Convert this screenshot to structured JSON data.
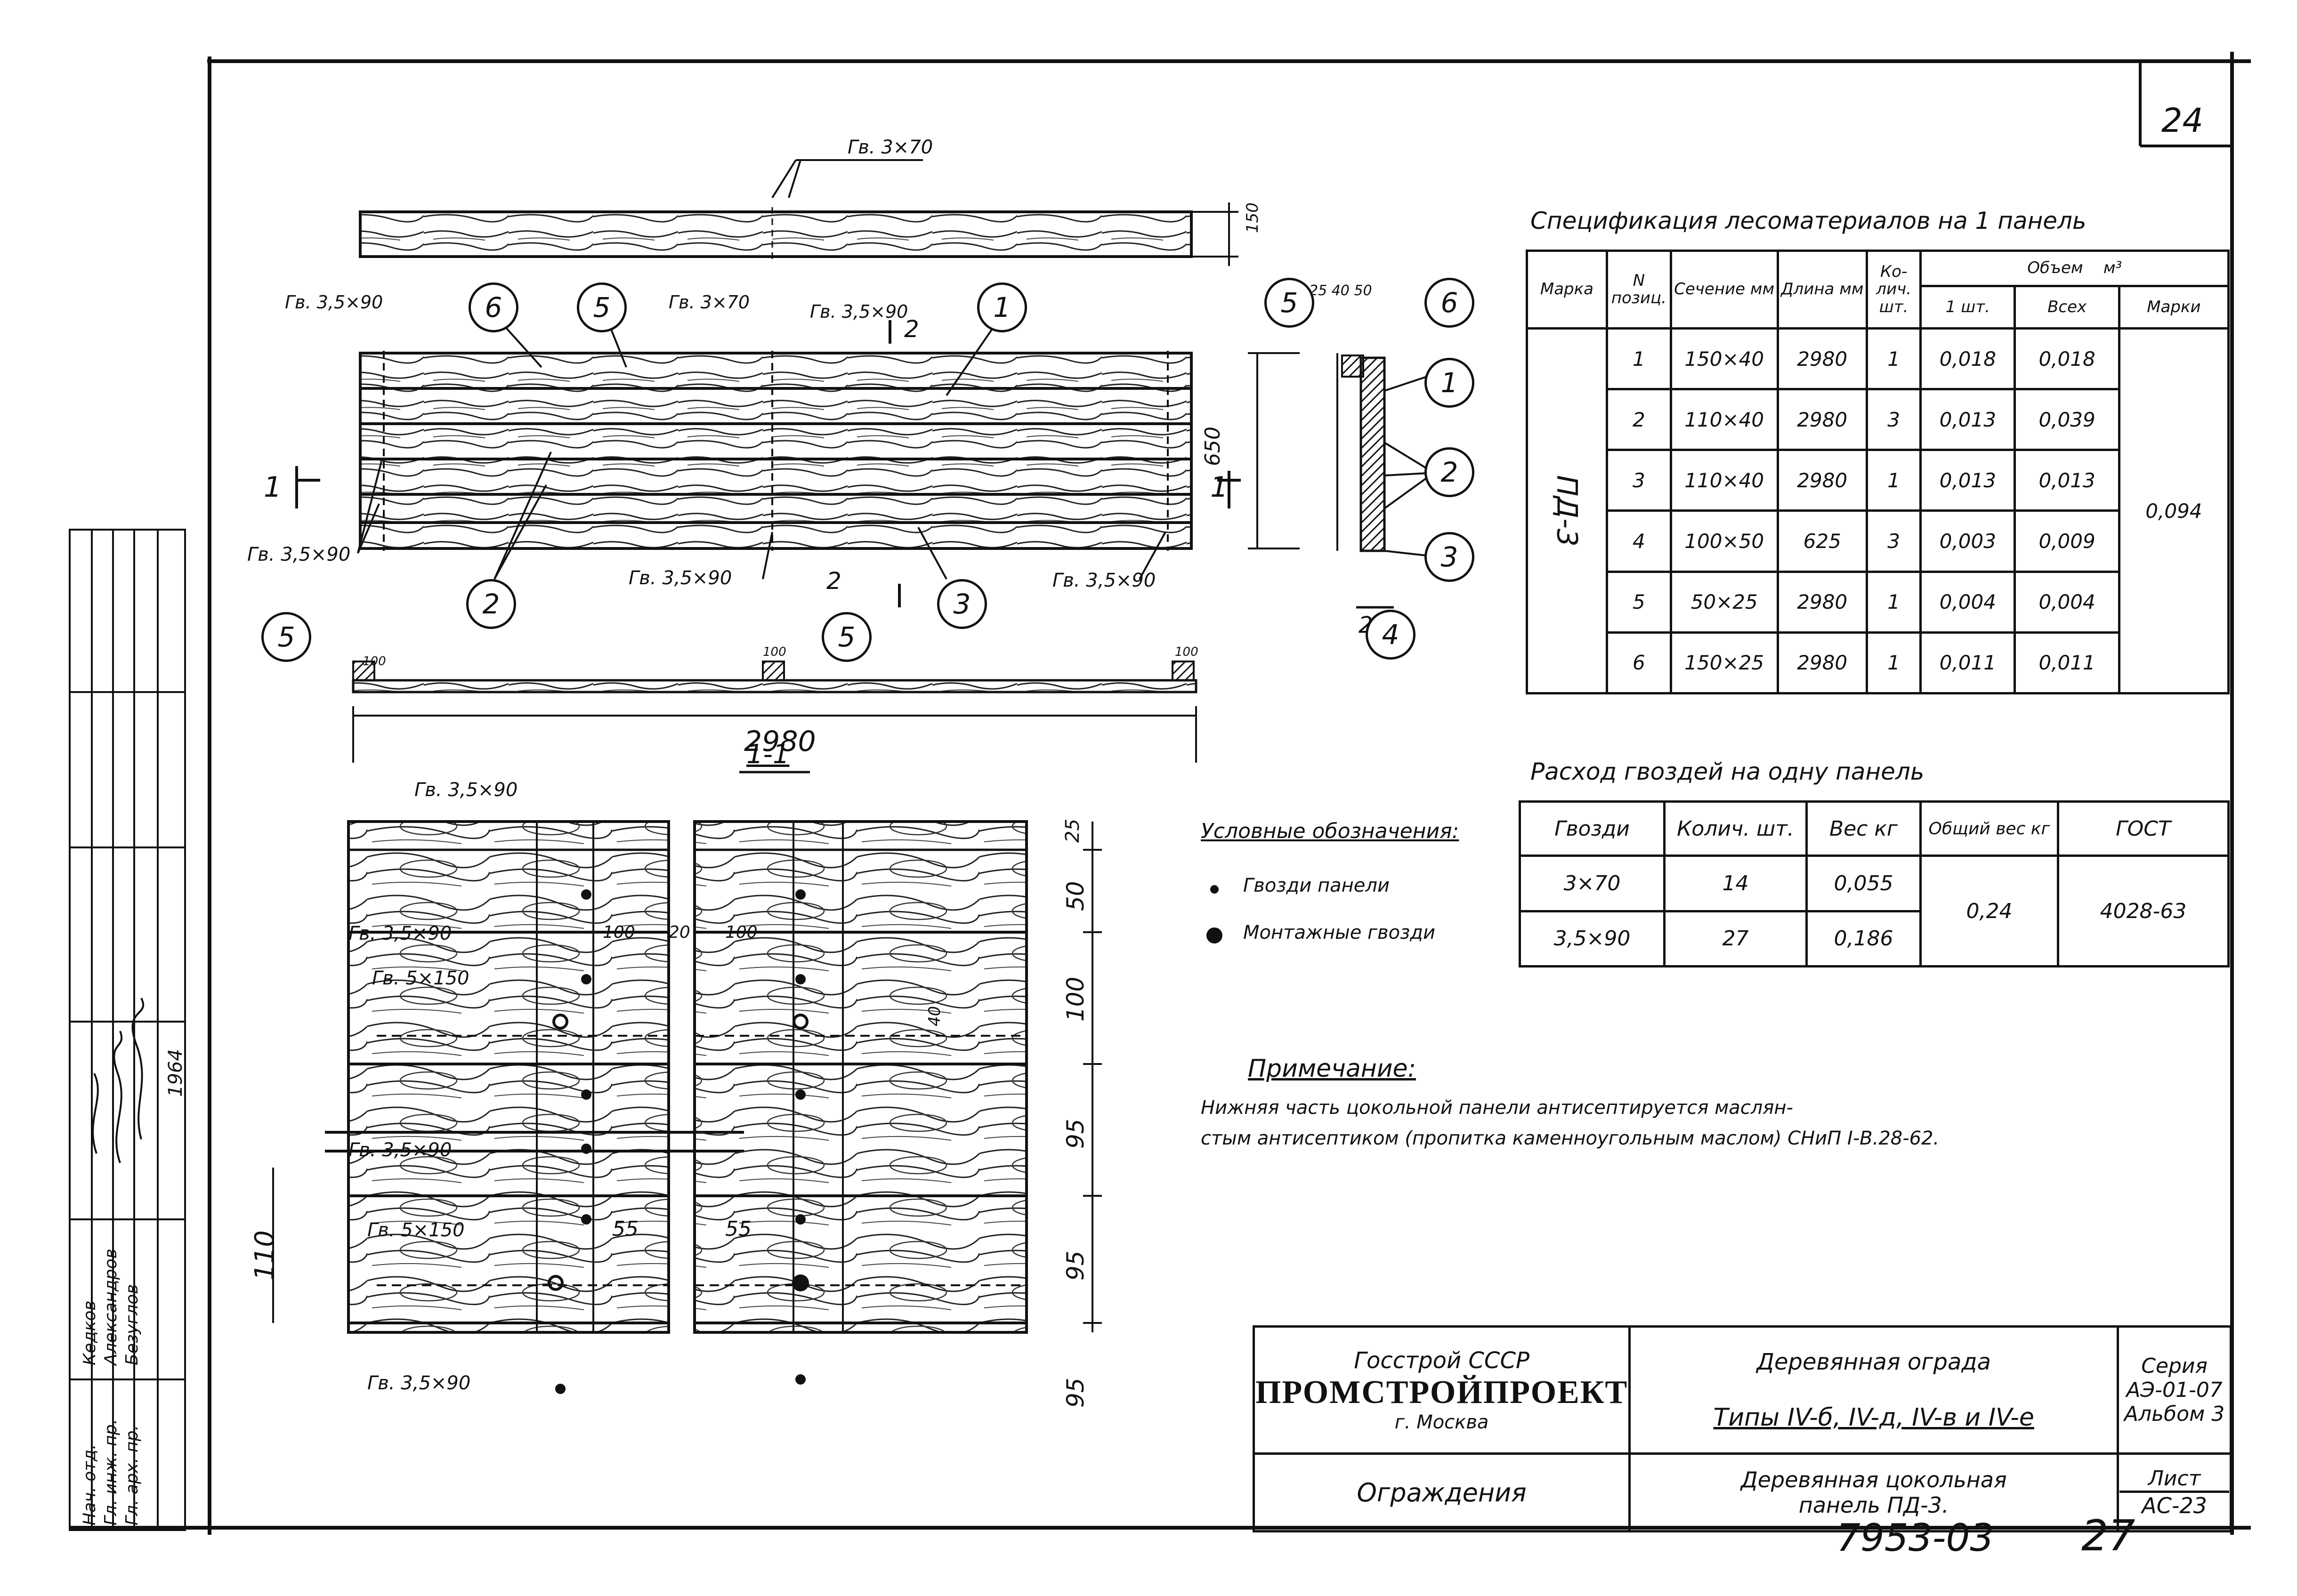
{
  "sheet": {
    "number": "24",
    "footer_doc": "7953-03",
    "footer_page": "27",
    "year": "1964"
  },
  "spec": {
    "title": "Спецификация лесоматериалов на 1 панель",
    "headers": {
      "mark": "Марка",
      "pos": "N позиц.",
      "section": "Сечение мм",
      "length": "Длина мм",
      "qty": "Ко-лич. шт.",
      "volume": "Объем",
      "unit": "м³",
      "per_one": "1 шт.",
      "all": "Всех",
      "per_mark": "Марки"
    },
    "mark": "ПД-3",
    "mark_volume": "0,094",
    "rows": [
      {
        "pos": "1",
        "section": "150×40",
        "length": "2980",
        "qty": "1",
        "v1": "0,018",
        "vall": "0,018"
      },
      {
        "pos": "2",
        "section": "110×40",
        "length": "2980",
        "qty": "3",
        "v1": "0,013",
        "vall": "0,039"
      },
      {
        "pos": "3",
        "section": "110×40",
        "length": "2980",
        "qty": "1",
        "v1": "0,013",
        "vall": "0,013"
      },
      {
        "pos": "4",
        "section": "100×50",
        "length": "625",
        "qty": "3",
        "v1": "0,003",
        "vall": "0,009"
      },
      {
        "pos": "5",
        "section": "50×25",
        "length": "2980",
        "qty": "1",
        "v1": "0,004",
        "vall": "0,004"
      },
      {
        "pos": "6",
        "section": "150×25",
        "length": "2980",
        "qty": "1",
        "v1": "0,011",
        "vall": "0,011"
      }
    ]
  },
  "nails": {
    "title": "Расход гвоздей на одну панель",
    "headers": {
      "nail": "Гвозди",
      "qty": "Колич. шт.",
      "weight": "Вес кг",
      "total": "Общий вес кг",
      "gost": "ГОСТ"
    },
    "rows": [
      {
        "nail": "3×70",
        "qty": "14",
        "weight": "0,055"
      },
      {
        "nail": "3,5×90",
        "qty": "27",
        "weight": "0,186"
      }
    ],
    "total": "0,24",
    "gost": "4028-63"
  },
  "legend": {
    "title": "Условные обозначения:",
    "items": [
      "Гвозди панели",
      "Монтажные гвозди"
    ]
  },
  "note": {
    "title": "Примечание:",
    "line1": "Нижняя часть цокольной панели антисептируется маслян-",
    "line2": "стым антисептиком (пропитка каменноугольным маслом) СНиП I-В.28-62."
  },
  "title_block": {
    "org": "Госстрой СССР",
    "institute": "ПРОМСТРОЙПРОЕКТ",
    "city": "г. Москва",
    "subject": "Деревянная ограда",
    "types": "Типы IV-б, IV-д, IV-в и IV-е",
    "category": "Ограждения",
    "sheet_title_1": "Деревянная цокольная",
    "sheet_title_2": "панель ПД-3.",
    "series_label": "Серия",
    "series": "АЭ-01-07",
    "album": "Альбом 3",
    "list_label": "Лист",
    "list": "АС-23"
  },
  "stamp": {
    "rows": [
      {
        "role": "Нач. отд.",
        "name": "Кедков"
      },
      {
        "role": "Гл. инж. пр.",
        "name": "Александров"
      },
      {
        "role": "Гл. арх. пр.",
        "name": "Безуглов"
      }
    ]
  },
  "drawing_labels": {
    "nail_3x70": "Гв. 3×70",
    "nail_35x90": "Гв. 3,5×90",
    "nail_5x150": "Гв. 5×150",
    "dim_2980": "2980",
    "dim_650": "650",
    "dim_150": "150",
    "dim_100": "100",
    "dim_40": "40",
    "dim_25": "25",
    "dim_50": "50",
    "dim_95": "95",
    "dim_110": "110",
    "dim_55": "55",
    "dim_20": "20",
    "dim_ticks": "25 40 50",
    "section_11": "1-1",
    "section_22": "2-2",
    "mark_1": "1",
    "mark_2": "2"
  }
}
